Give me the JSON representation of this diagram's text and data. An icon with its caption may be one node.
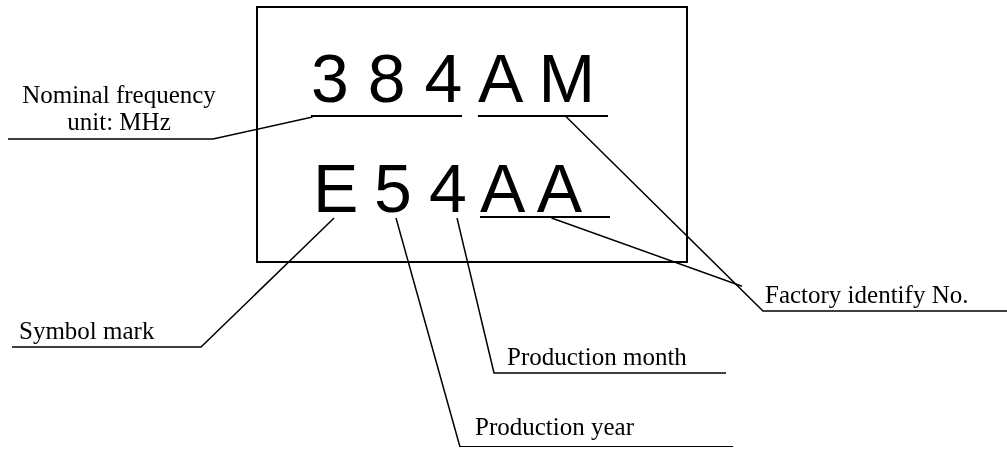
{
  "diagram": {
    "nodes": [
      {
        "text": [],
        "shape": "box"
      },
      {
        "text": [
          "3 8 4"
        ],
        "in": 0
      },
      {
        "text": [
          "A M"
        ],
        "in": 0
      },
      {
        "text": [
          "E"
        ],
        "in": 0
      },
      {
        "text": [
          "5"
        ],
        "in": 0
      },
      {
        "text": [
          "4"
        ],
        "in": 0
      },
      {
        "text": [
          "A A"
        ],
        "in": 0
      },
      {
        "text": [
          "Nominal frequency unit: MHz"
        ]
      },
      {
        "text": [
          "Factory identify No."
        ]
      },
      {
        "text": [
          "Symbol mark"
        ]
      },
      {
        "text": [
          "Production month"
        ]
      },
      {
        "text": [
          "Production year"
        ]
      }
    ],
    "edges": [
      {
        "from": 7,
        "to": 1,
        "arrow": "none"
      },
      {
        "from": 8,
        "to": 2,
        "arrow": "none"
      },
      {
        "from": 8,
        "to": 6,
        "arrow": "none"
      },
      {
        "from": 9,
        "to": 3,
        "arrow": "none"
      },
      {
        "from": 10,
        "to": 5,
        "arrow": "none"
      },
      {
        "from": 11,
        "to": 4,
        "arrow": "none"
      }
    ]
  }
}
